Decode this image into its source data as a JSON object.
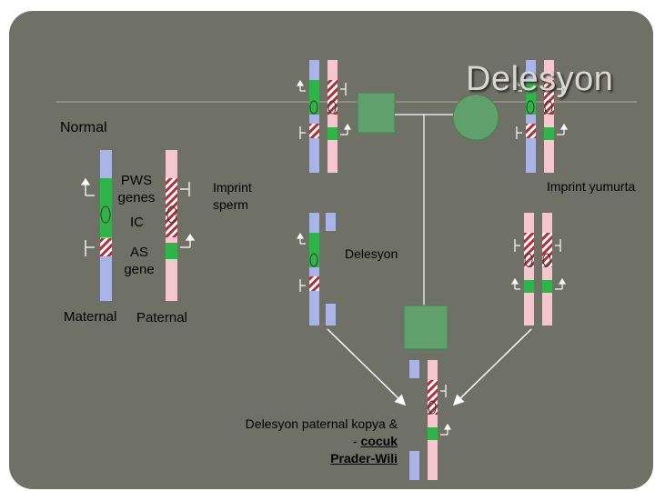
{
  "title": "Delesyon",
  "labels": {
    "normal": "Normal",
    "pws_genes": "PWS genes",
    "ic": "IC",
    "as_gene": "AS gene",
    "maternal": "Maternal",
    "paternal": "Paternal",
    "imprint_sperm": "Imprint sperm",
    "imprint_egg": "Imprint yumurta",
    "deletion": "Delesyon",
    "result_line1": "Delesyon paternal kopya &",
    "result_dash": "- ",
    "result_child": "cocuk",
    "result_syndrome": " Prader-Wili"
  },
  "colors": {
    "background": "#6f7066",
    "maternal_chrom": "#aab4e6",
    "paternal_chrom": "#f4c6cd",
    "gene_green": "#2fb44a",
    "hatch_red": "#b52e36",
    "male_box": "#5fa06c",
    "female_circle": "#5fa06c",
    "title_color": "#d8d8d0"
  },
  "icons": [
    "arrow-up-icon",
    "barrier-icon",
    "male-square-icon",
    "female-circle-icon"
  ]
}
